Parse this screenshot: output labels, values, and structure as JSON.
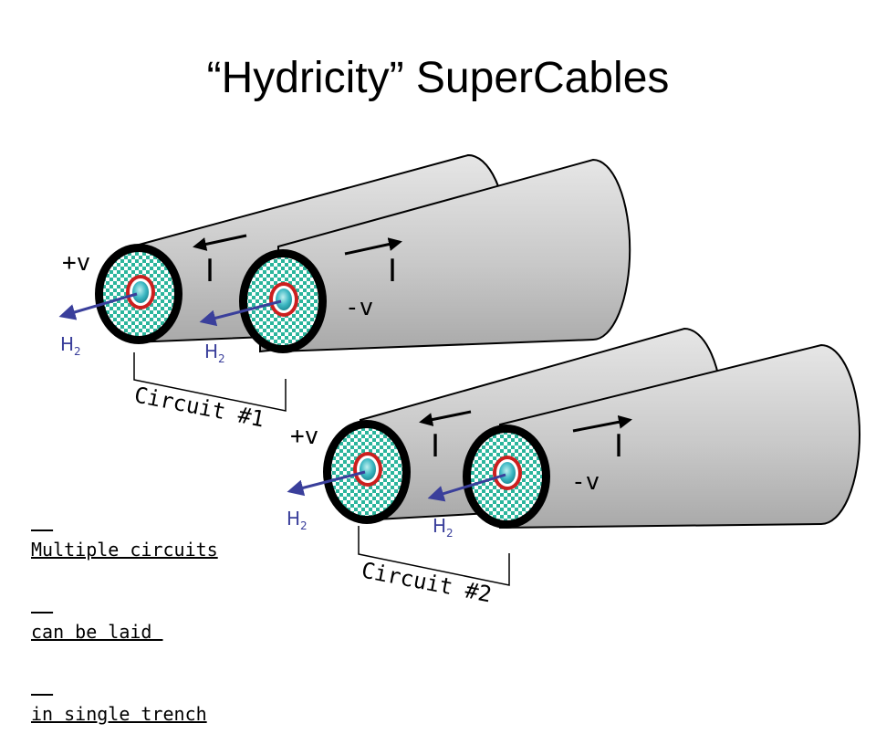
{
  "title": "“Hydricity” SuperCables",
  "note_lines": [
    "Multiple circuits",
    "can be laid ",
    "in single trench"
  ],
  "circuits": [
    {
      "label": "Circuit #1",
      "cables": [
        {
          "voltage": "+v",
          "current": "I",
          "current_direction": "left",
          "flow": "H",
          "flow_sub": "2"
        },
        {
          "voltage": "-v",
          "current": "I",
          "current_direction": "right",
          "flow": "H",
          "flow_sub": "2"
        }
      ]
    },
    {
      "label": "Circuit #2",
      "cables": [
        {
          "voltage": "+v",
          "current": "I",
          "current_direction": "left",
          "flow": "H",
          "flow_sub": "2"
        },
        {
          "voltage": "-v",
          "current": "I",
          "current_direction": "right",
          "flow": "H",
          "flow_sub": "2"
        }
      ]
    }
  ],
  "colors": {
    "cable_body": "#c8c8c8",
    "cable_outline": "#000000",
    "insulation_check_a": "#2bb59c",
    "insulation_check_b": "#ffffff",
    "conductor_ring": "#cc1f1f",
    "hydrogen_core": "#3fb9c4",
    "hydrogen_arrow": "#3a3f9b"
  }
}
